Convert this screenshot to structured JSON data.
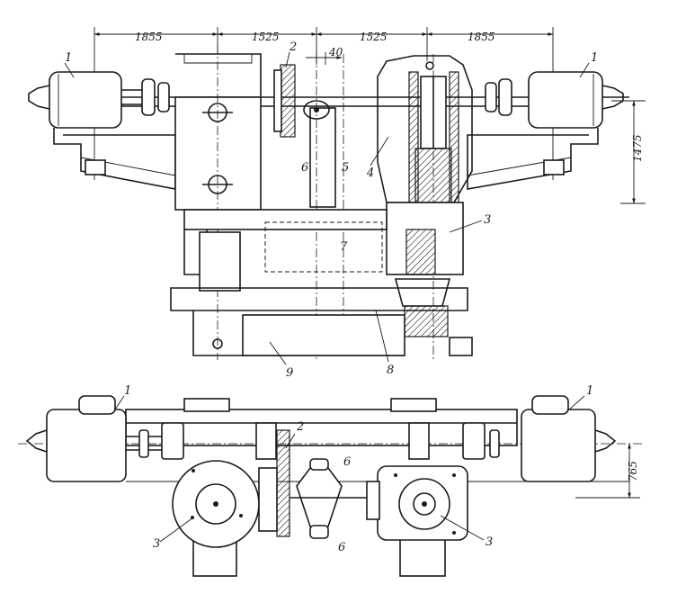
{
  "figure": {
    "top_view": {
      "dimensions": {
        "d_left_outer": "1855",
        "d_left_inner": "1525",
        "d_center_offset": "40",
        "d_right_inner": "1525",
        "d_right_outer": "1855",
        "d_height": "1475"
      },
      "callouts": {
        "c1_left": "1",
        "c1_right": "1",
        "c2": "2",
        "c3": "3",
        "c4": "4",
        "c5": "5",
        "c6": "6",
        "c7": "7",
        "c8": "8",
        "c9": "9"
      }
    },
    "bottom_view": {
      "dimensions": {
        "d_height": "765"
      },
      "callouts": {
        "c1_left": "1",
        "c1_right": "1",
        "c2": "2",
        "c6_top": "6",
        "c6_bottom": "6",
        "c3_left": "3",
        "c3_right": "3"
      }
    }
  }
}
